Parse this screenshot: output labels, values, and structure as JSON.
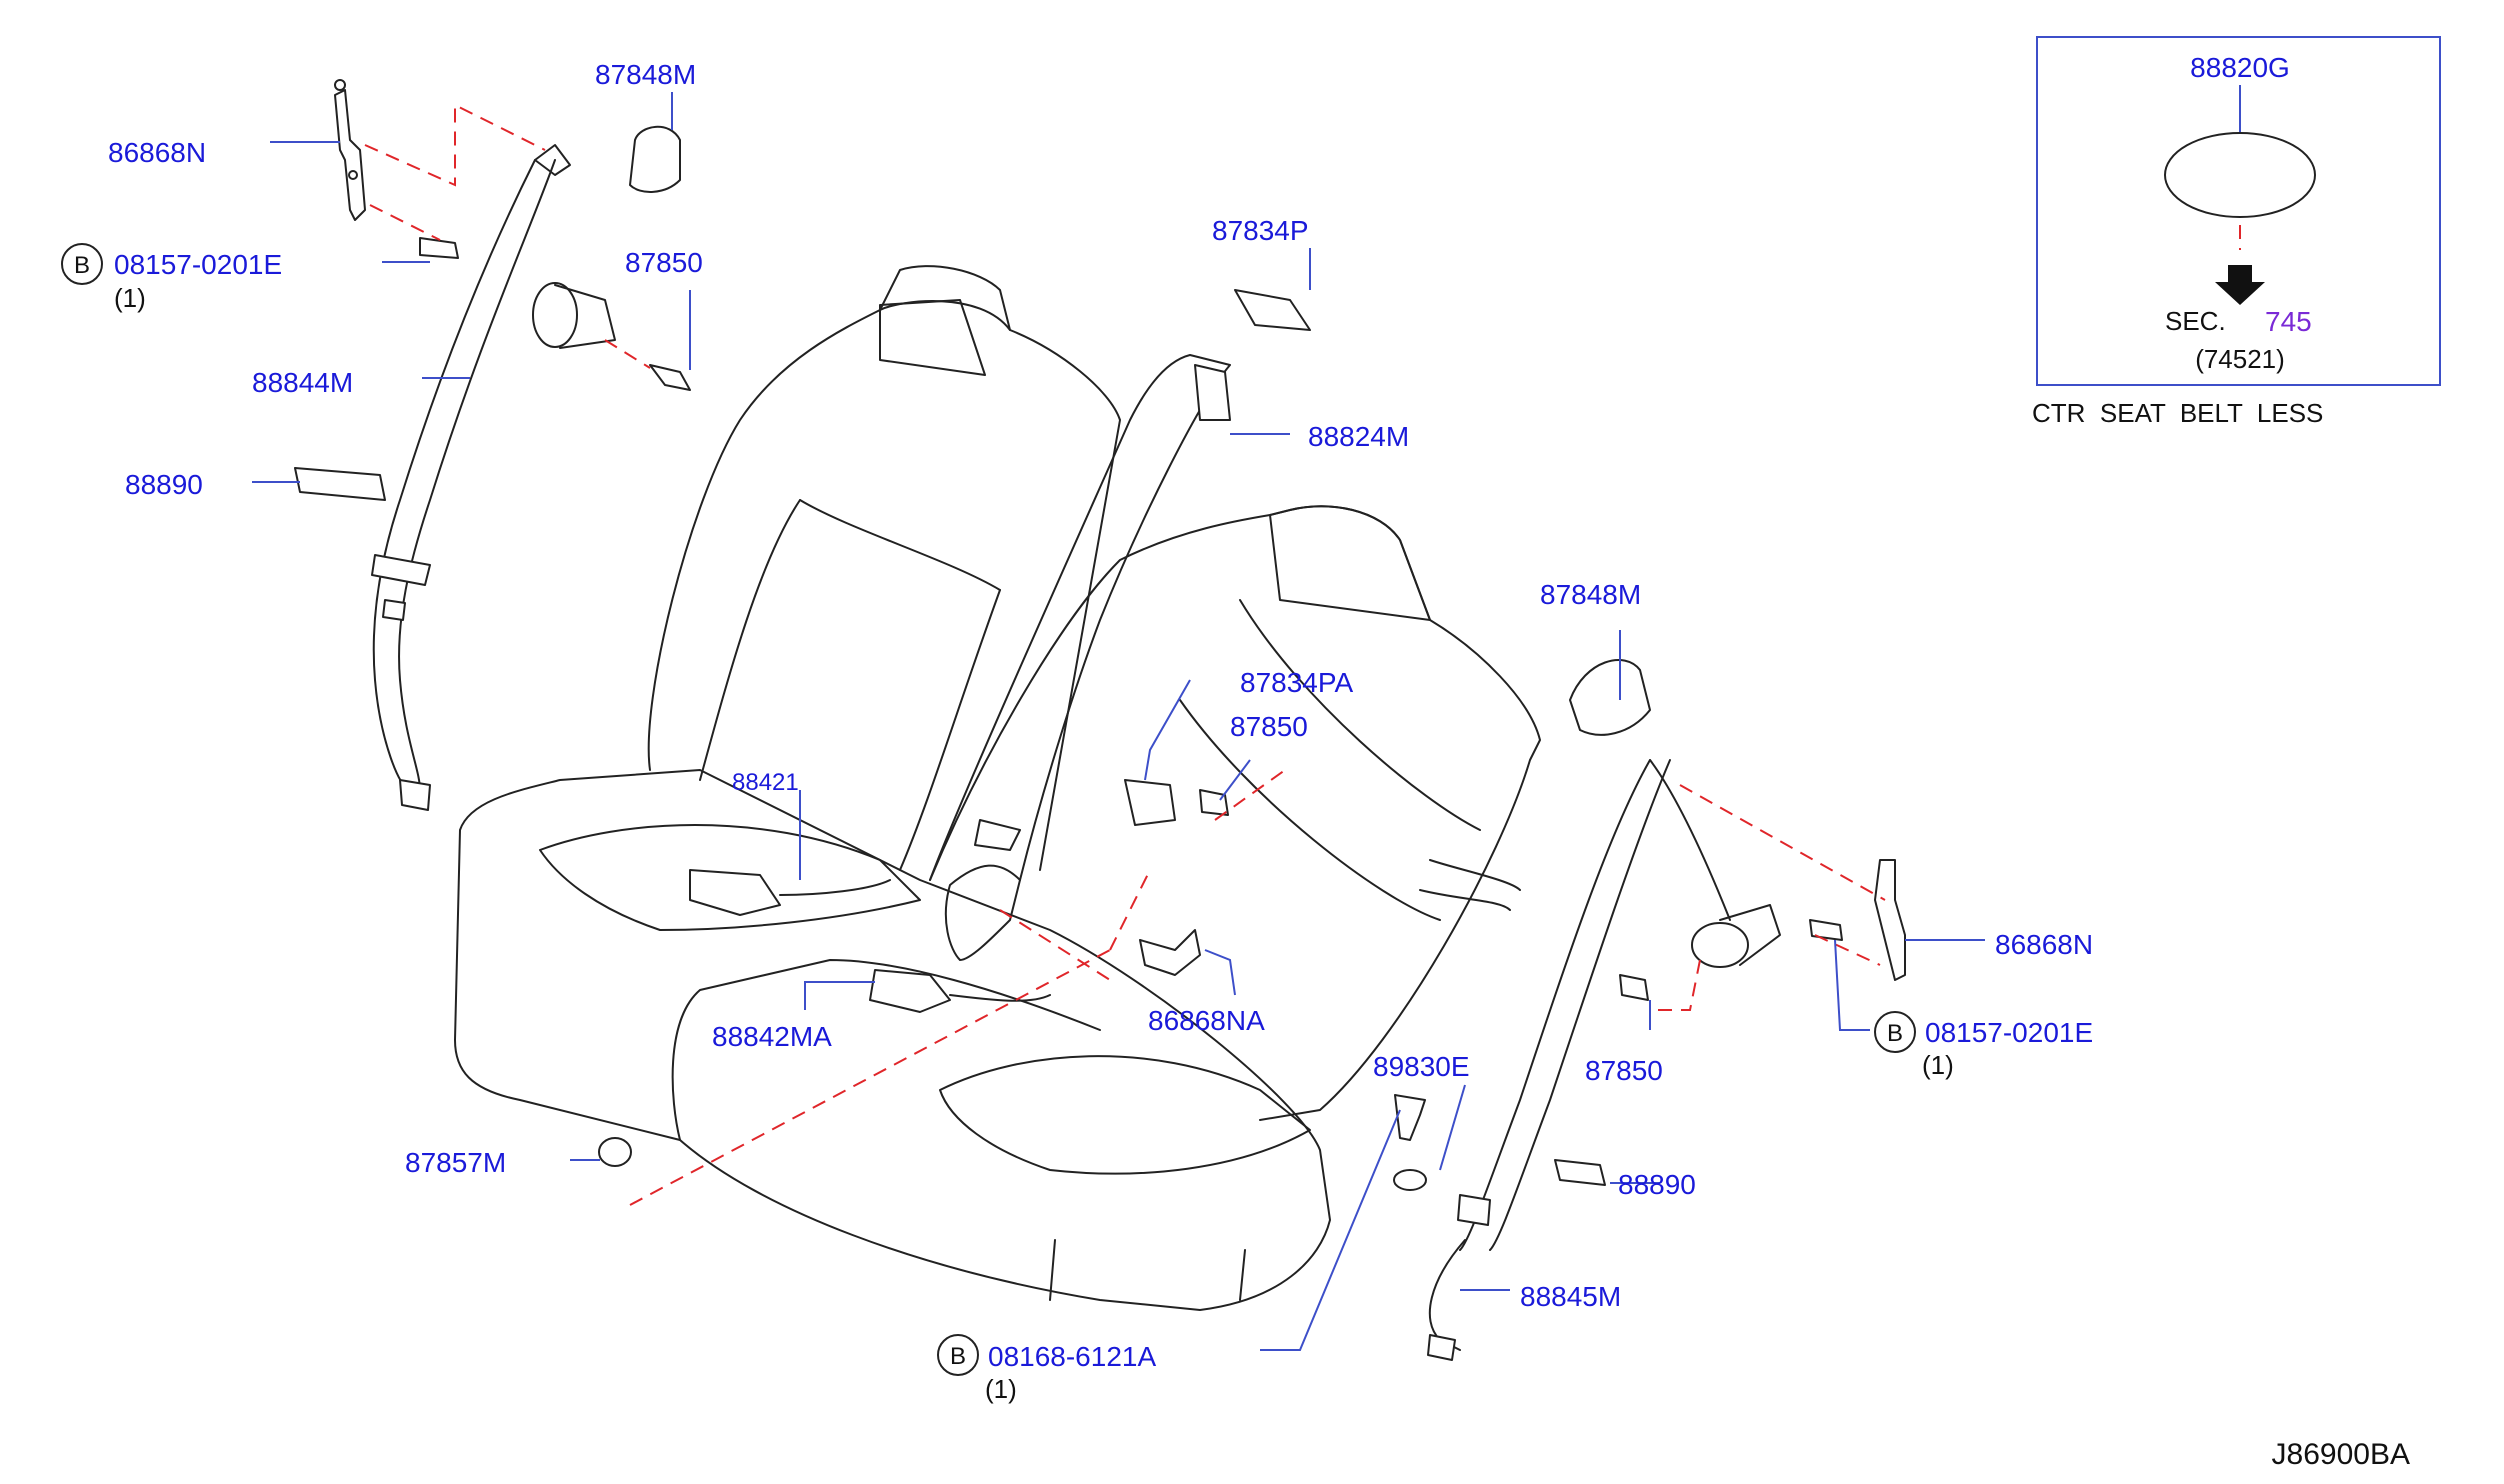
{
  "diagram_id": "J86900BA",
  "inset": {
    "part": "88820G",
    "sec_prefix": "SEC.",
    "sec_number": "745",
    "sec_sub": "(74521)",
    "caption": "CTR  SEAT  BELT  LESS"
  },
  "labels": {
    "p86868N_left": "86868N",
    "p87848M_top": "87848M",
    "p08157_left": "08157-0201E",
    "q08157_left": "(1)",
    "p87850_top": "87850",
    "p88844M": "88844M",
    "p88890_left": "88890",
    "p87834P": "87834P",
    "p88824M": "88824M",
    "p87834PA": "87834PA",
    "p87850_mid": "87850",
    "p88842": "88421",
    "p88842MA": "88842MA",
    "p86868NA": "86868NA",
    "p87848M_right": "87848M",
    "p86868N_right": "86868N",
    "p08157_right": "08157-0201E",
    "q08157_right": "(1)",
    "p87850_right": "87850",
    "p89830E": "89830E",
    "p88890_right": "88890",
    "p88845M": "88845M",
    "p87857M": "87857M",
    "p08168": "08168-6121A",
    "q08168": "(1)"
  },
  "badge_letter": "B",
  "colors": {
    "part_label": "#1a1ad9",
    "leader_line": "#3d4fc9",
    "dashed_line": "#e0262a",
    "line_art": "#222222",
    "sec_number": "#7a2ad6"
  }
}
